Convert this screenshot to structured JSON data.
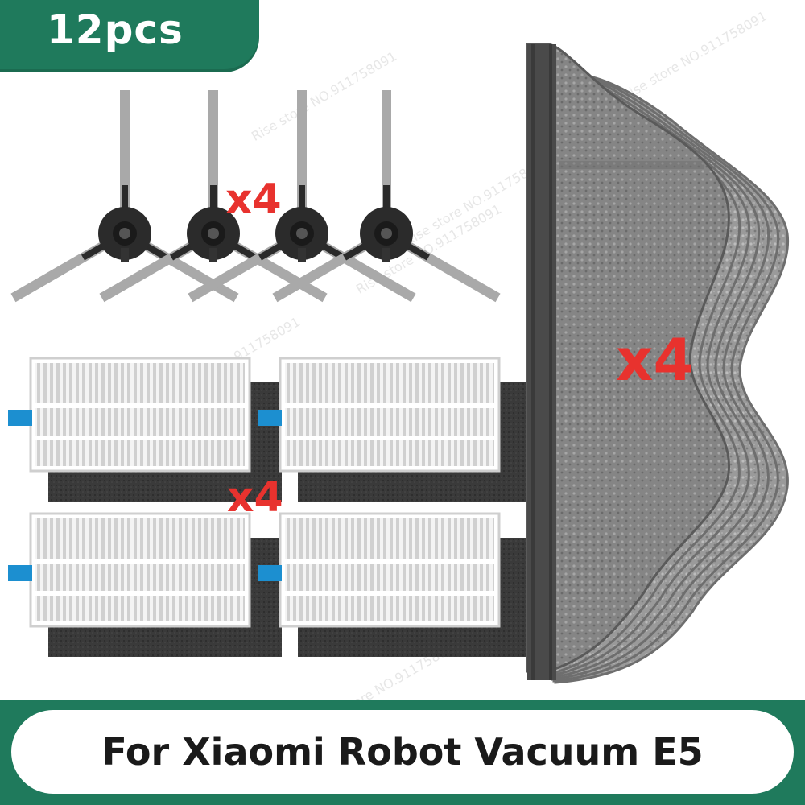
{
  "badge": {
    "label": "12pcs"
  },
  "quantities": {
    "side_brushes": "x4",
    "filters": "x4",
    "mops": "x4"
  },
  "footer": {
    "title": "For Xiaomi Robot Vacuum E5"
  },
  "watermark": {
    "text": "Rise store NO.911758091"
  },
  "colors": {
    "brand_green": "#1f7a5c",
    "quantity_red": "#e8322e",
    "tab_blue": "#1c8fd0"
  },
  "products": [
    {
      "name": "side-brush",
      "count": 4
    },
    {
      "name": "hepa-filter",
      "count": 4
    },
    {
      "name": "mop-pad",
      "count": 4
    }
  ]
}
